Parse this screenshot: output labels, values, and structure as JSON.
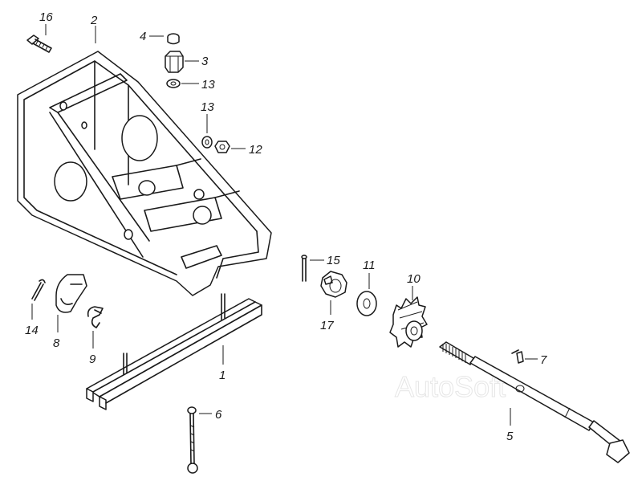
{
  "watermark": "AutoSoft",
  "callouts": {
    "c1": "1",
    "c2": "2",
    "c3": "3",
    "c4": "4",
    "c5": "5",
    "c6": "6",
    "c7": "7",
    "c8": "8",
    "c9": "9",
    "c10": "10",
    "c11": "11",
    "c12": "12",
    "c13a": "13",
    "c13b": "13",
    "c14": "14",
    "c15": "15",
    "c16": "16",
    "c17": "17"
  }
}
